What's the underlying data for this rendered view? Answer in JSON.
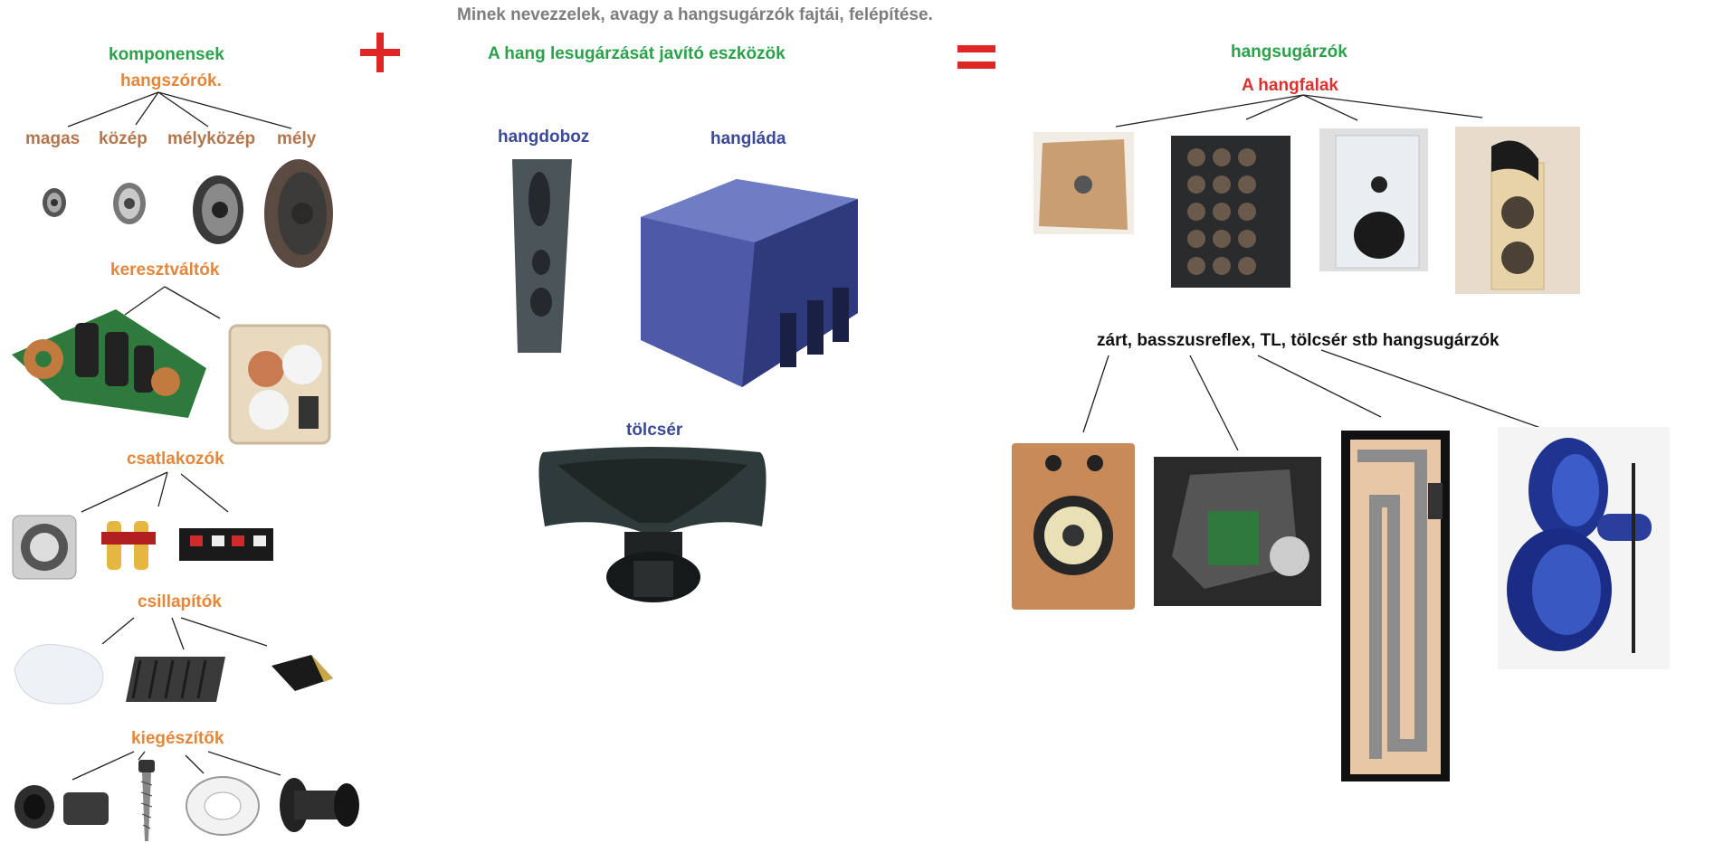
{
  "page_title": "Minek nevezzelek, avagy a hangsugárzók fajtái, felépítése.",
  "left": {
    "heading": "komponensek",
    "drivers": {
      "title": "hangszórók.",
      "labels": [
        "magas",
        "közép",
        "mélyközép",
        "mély"
      ]
    },
    "crossovers": {
      "title": "keresztváltók"
    },
    "connectors": {
      "title": "csatlakozók"
    },
    "dampers": {
      "title": "csillapítók"
    },
    "accessories": {
      "title": "kiegészítők"
    }
  },
  "middle": {
    "heading": "A hang lesugárzását javító eszközök",
    "items": {
      "box": "hangdoboz",
      "crate": "hangláda",
      "horn": "tölcsér"
    }
  },
  "right": {
    "heading": "hangsugárzók",
    "subheading": "A hangfalak",
    "types_label": "zárt, basszusreflex, TL,  tölcsér stb hangsugárzók"
  },
  "colors": {
    "green": "#2aa24a",
    "orange": "#e4873a",
    "brown": "#b3764d",
    "navy": "#3b4a98",
    "red": "#d9322c",
    "operators": "#e02525"
  },
  "operators": [
    "plus-sign",
    "equals-sign"
  ]
}
